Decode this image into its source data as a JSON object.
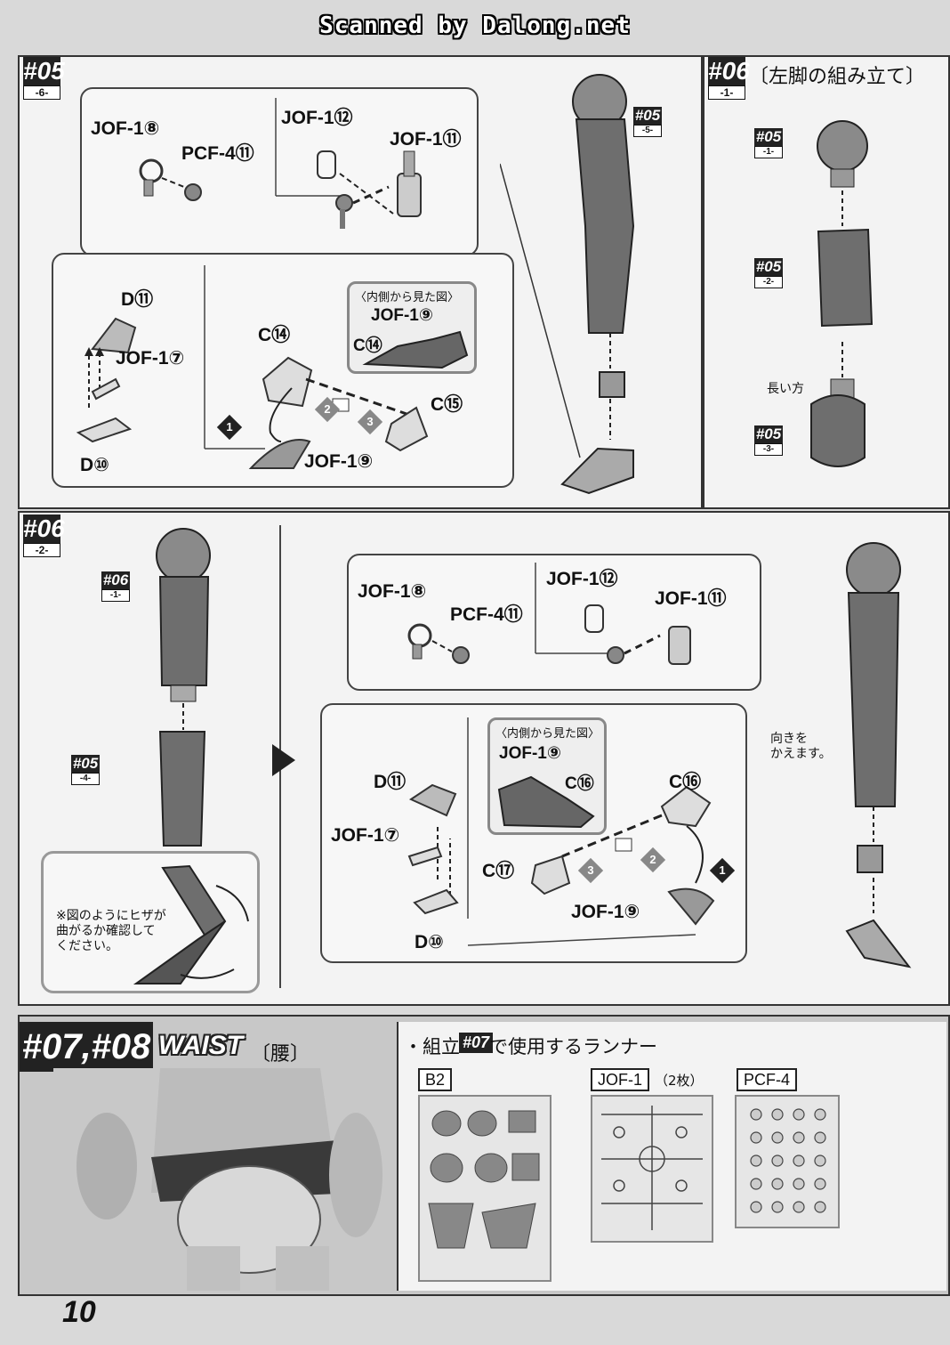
{
  "watermark": "Scanned by Dalong.net",
  "page_number": "10",
  "section_top_left": {
    "badge": "#05",
    "sub": "-6-",
    "top_box_labels": [
      "JOF-1⑧",
      "PCF-4⑪",
      "JOF-1⑫",
      "JOF-1⑪"
    ],
    "bottom_box_labels": [
      "D⑪",
      "JOF-1⑦",
      "D⑩",
      "C⑭",
      "C⑮",
      "JOF-1⑨"
    ],
    "callout_title": "〈内側から見た図〉",
    "callout_labels": [
      "JOF-1⑨",
      "C⑭"
    ],
    "step_numbers": [
      "1",
      "2",
      "3"
    ],
    "leg_badge": "#05",
    "leg_sub": "-5-"
  },
  "section_top_right": {
    "badge": "#06",
    "sub": "-1-",
    "title": "〔左脚の組み立て〕",
    "part_badges": [
      {
        "num": "#05",
        "sub": "-1-"
      },
      {
        "num": "#05",
        "sub": "-2-"
      },
      {
        "num": "#05",
        "sub": "-3-"
      }
    ],
    "note": "長い方"
  },
  "section_middle": {
    "badge": "#06",
    "sub": "-2-",
    "part_badges": [
      {
        "num": "#06",
        "sub": "-1-"
      },
      {
        "num": "#05",
        "sub": "-4-"
      }
    ],
    "knee_note": "※図のようにヒザが\n曲がるか確認して\nください。",
    "top_box_labels": [
      "JOF-1⑧",
      "PCF-4⑪",
      "JOF-1⑫",
      "JOF-1⑪"
    ],
    "bottom_box_labels": [
      "D⑪",
      "JOF-1⑦",
      "D⑩",
      "C⑯",
      "C⑰",
      "JOF-1⑨"
    ],
    "callout_title": "〈内側から見た図〉",
    "callout_labels": [
      "JOF-1⑨",
      "C⑯"
    ],
    "step_numbers": [
      "1",
      "2",
      "3"
    ],
    "turn_note": "向きを\nかえます。"
  },
  "section_bottom": {
    "header": "#07,#08",
    "word": "WAIST",
    "title_jp": "〔腰〕",
    "runner_intro_prefix": "・組立",
    "runner_intro_badge": "#07",
    "runner_intro_suffix": "で使用するランナー",
    "runners": [
      {
        "name": "B2",
        "qty": ""
      },
      {
        "name": "JOF-1",
        "qty": "（2枚）"
      },
      {
        "name": "PCF-4",
        "qty": ""
      }
    ]
  },
  "colors": {
    "panel_bg": "#f3f3f3",
    "page_bg": "#d9d9d9",
    "badge_bg": "#222222",
    "part_fill": "#6e6e6e"
  }
}
